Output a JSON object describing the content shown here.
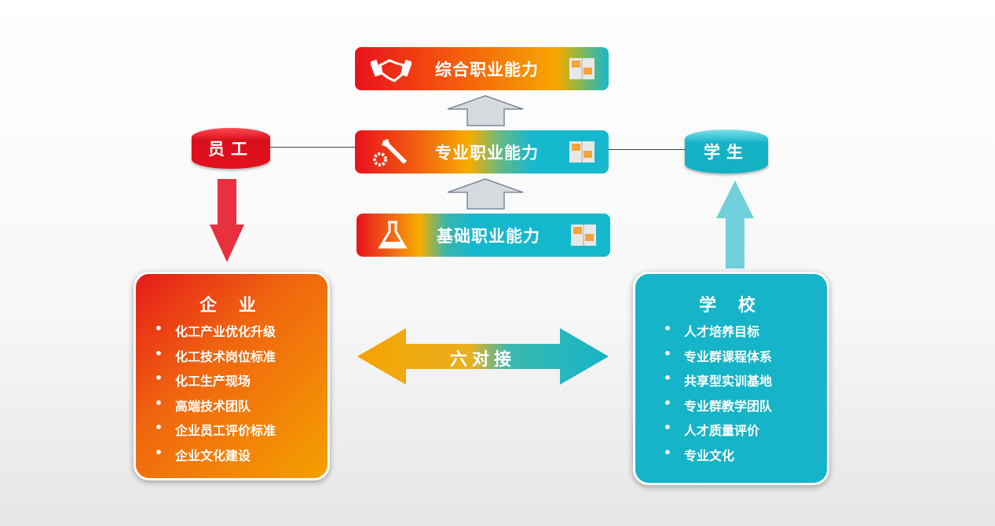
{
  "abilities": [
    {
      "label": "综合职业能力",
      "icon": "handshake-icon"
    },
    {
      "label": "专业职业能力",
      "icon": "wrench-gear-icon"
    },
    {
      "label": "基础职业能力",
      "icon": "flask-icon"
    }
  ],
  "employee": "员工",
  "student": "学生",
  "center_label": "六对接",
  "enterprise": {
    "title": "企 业",
    "items": [
      "化工产业优化升级",
      "化工技术岗位标准",
      "化工生产现场",
      "高端技术团队",
      "企业员工评价标准",
      "企业文化建设"
    ]
  },
  "school": {
    "title": "学 校",
    "items": [
      "人才培养目标",
      "专业群课程体系",
      "共享型实训基地",
      "专业群教学团队",
      "人才质量评价",
      "专业文化"
    ]
  },
  "colors": {
    "red": "#e8121c",
    "orange": "#f39c00",
    "teal": "#17b6c9",
    "gray_arrow": "#d6d9de"
  }
}
